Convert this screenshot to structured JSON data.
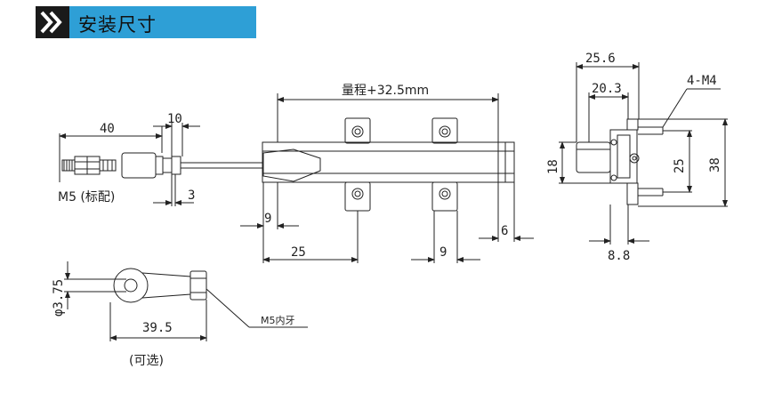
{
  "header": {
    "title": "安装尺寸"
  },
  "front_view": {
    "range_label": "量程+32.5mm",
    "dim_9_left": "9",
    "dim_25": "25",
    "dim_9_mount": "9",
    "dim_6": "6"
  },
  "rod_end": {
    "dim_40": "40",
    "dim_10": "10",
    "dim_3": "3",
    "thread_label": "M5 (标配)"
  },
  "side_view": {
    "dim_25_6": "25.6",
    "dim_20_3": "20.3",
    "bolt_label": "4-M4",
    "dim_18": "18",
    "dim_25": "25",
    "dim_38": "38",
    "dim_8_8": "8.8"
  },
  "optional_eye": {
    "dim_diameter": "φ3.75",
    "dim_39_5": "39.5",
    "thread_label": "M5内牙",
    "optional_label": "(可选)"
  }
}
